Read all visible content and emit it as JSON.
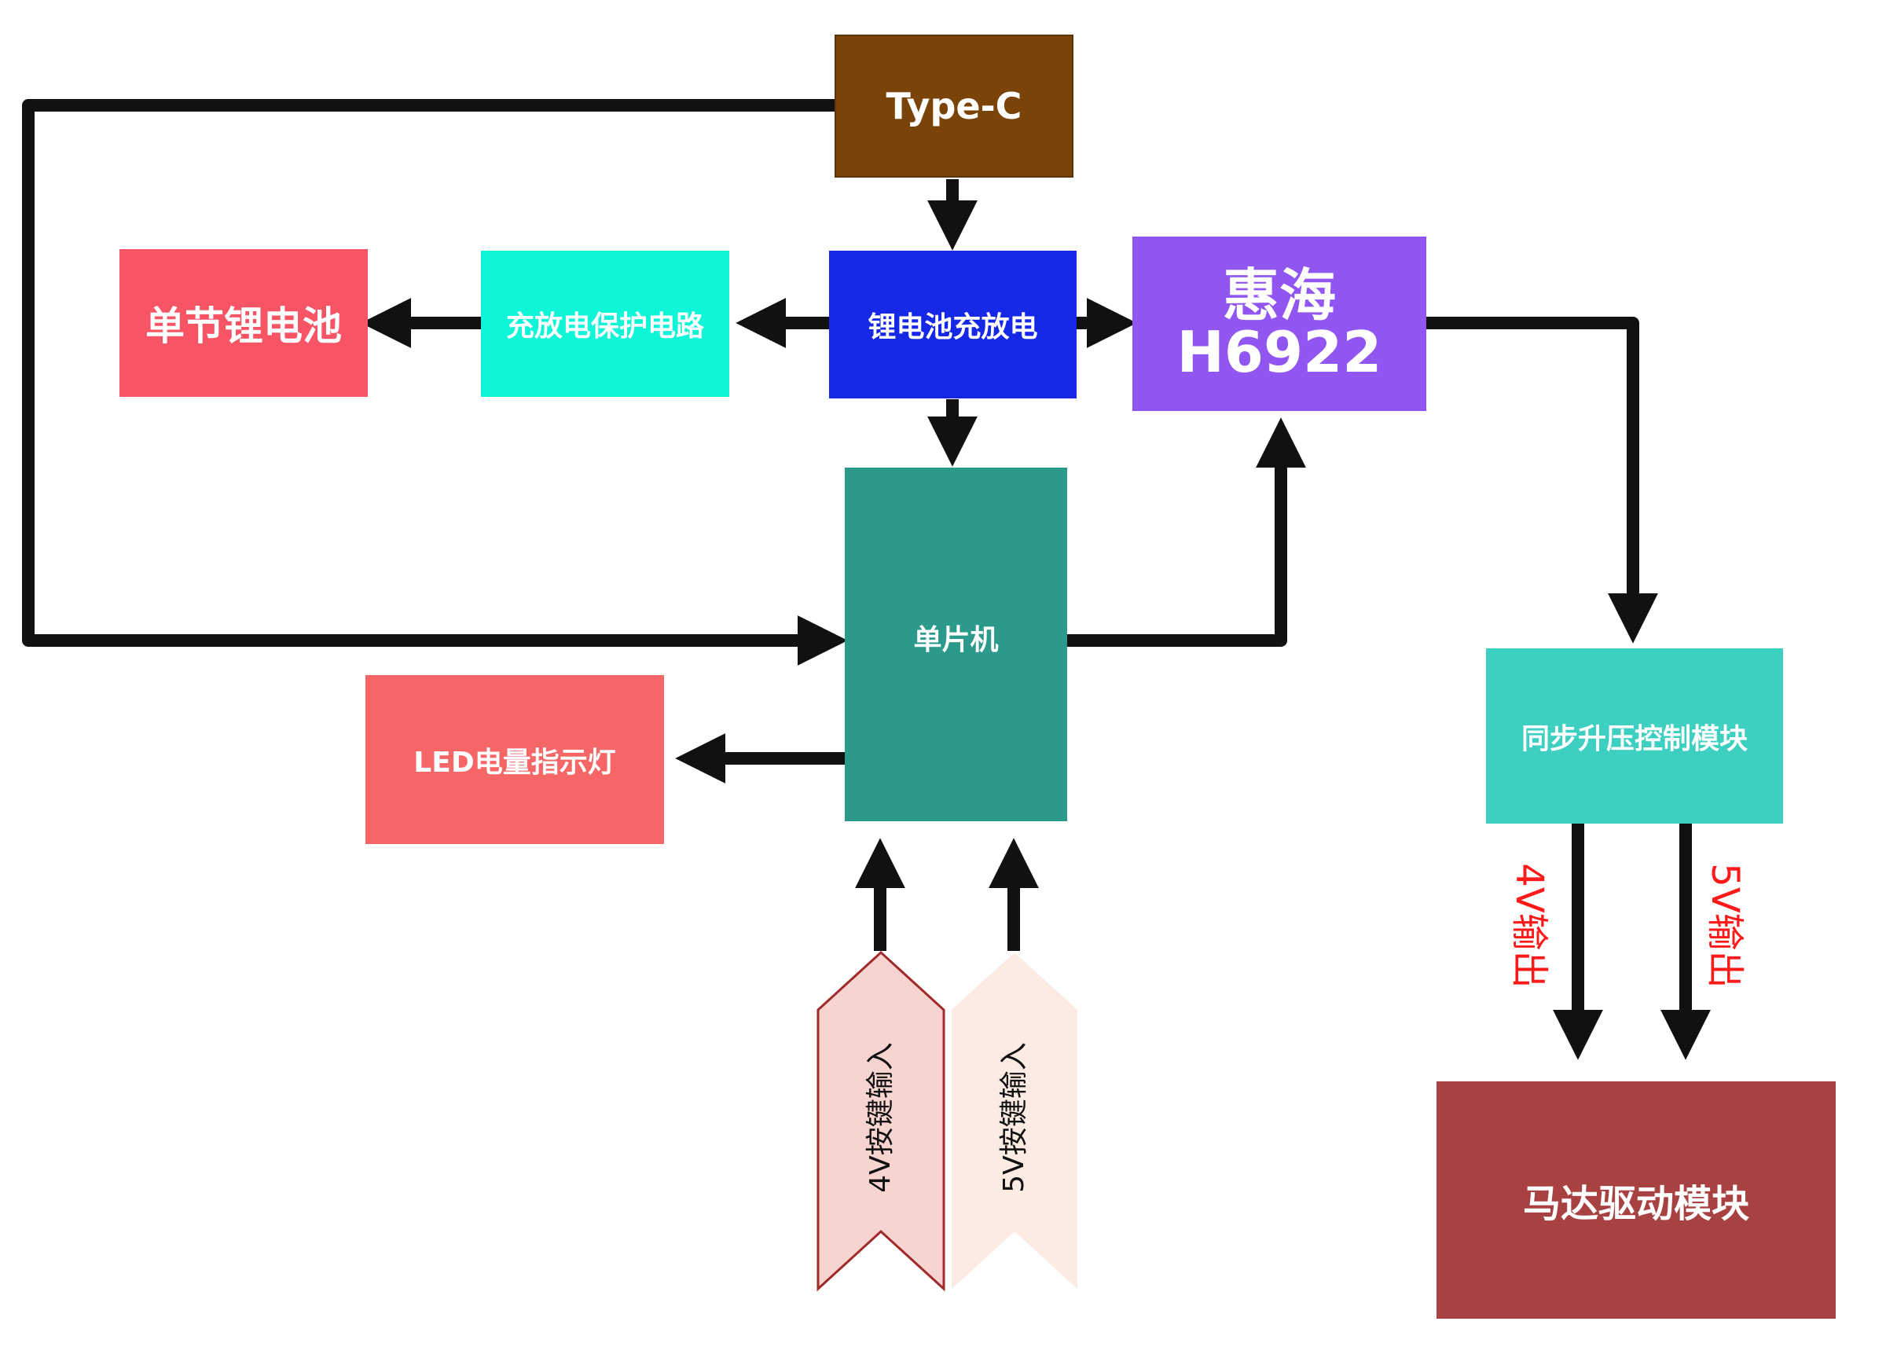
{
  "nodes": {
    "typec": {
      "label": "Type-C",
      "color": "#7a4408"
    },
    "battery": {
      "label": "单节锂电池",
      "color": "#f75565"
    },
    "protect": {
      "label": "充放电保护电路",
      "color": "#10f5d8"
    },
    "charge": {
      "label": "锂电池充放电",
      "color": "#1428e6"
    },
    "huihai": {
      "line1": "惠海",
      "line2": "H6922",
      "color": "#9156f2"
    },
    "mcu": {
      "label": "单片机",
      "color": "#2c9a8a"
    },
    "led": {
      "label": "LED电量指示灯",
      "color": "#f76666"
    },
    "boost": {
      "label": "同步升压控制模块",
      "color": "#3dcfc0"
    },
    "motor": {
      "label": "马达驱动模块",
      "color": "#a84242"
    }
  },
  "inputs": {
    "in4v": {
      "label": "4V按键输入",
      "color": "#f8d4d0",
      "border": "#a02a2a"
    },
    "in5v": {
      "label": "5V按键输入",
      "color": "#fbebe2"
    }
  },
  "outputs": {
    "out4v": {
      "label": "4V输出",
      "color": "#ff1a1a"
    },
    "out5v": {
      "label": "5V输出",
      "color": "#ff1a1a"
    }
  },
  "arrow_color": "#111111"
}
